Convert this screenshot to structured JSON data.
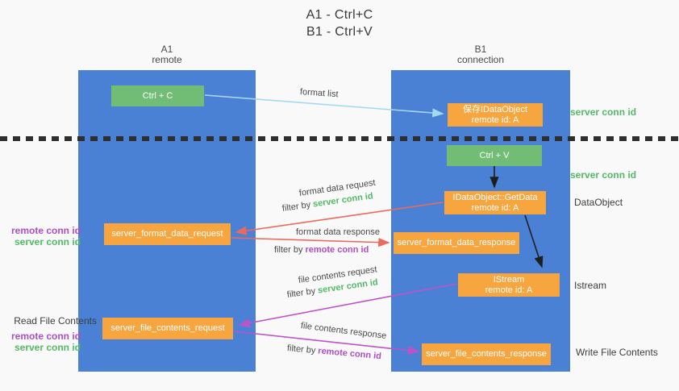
{
  "title": {
    "line1": "A1 - Ctrl+C",
    "line2": "B1 - Ctrl+V"
  },
  "lifelines": {
    "left": {
      "name": "A1",
      "role": "remote"
    },
    "right": {
      "name": "B1",
      "role": "connection"
    }
  },
  "nodes": {
    "ctrl_c": {
      "label": "Ctrl + C"
    },
    "save_idataobject": {
      "line1": "保存IDataObject",
      "line2": "remote id: A"
    },
    "ctrl_v": {
      "label": "Ctrl + V"
    },
    "getdata": {
      "line1": "IDataObject::GetData",
      "line2": "remote id: A"
    },
    "format_data_request": {
      "label": "server_format_data_request"
    },
    "format_data_response": {
      "label": "server_format_data_response"
    },
    "istream": {
      "line1": "IStream",
      "line2": "remote id: A"
    },
    "file_contents_request": {
      "label": "server_file_contents_request"
    },
    "file_contents_response": {
      "label": "server_file_contents_response"
    }
  },
  "arrow_labels": {
    "format_list": "format list",
    "format_data_request": "format data request",
    "format_data_response": "format data response",
    "file_contents_request": "file contents request",
    "file_contents_response": "file contents response",
    "filter_by": "filter by",
    "server_conn_id": "server conn id",
    "remote_conn_id": "remote conn id"
  },
  "side_labels": {
    "server_conn_id_top": "server conn id",
    "server_conn_id_mid": "server conn id",
    "dataobject": "DataObject",
    "istream": "Istream",
    "write_file_contents": "Write File Contents",
    "read_file_contents": "Read File Contents",
    "remote_conn_id_pair1": "remote conn id",
    "server_conn_id_pair1": "server conn id",
    "remote_conn_id_pair2": "remote conn id",
    "server_conn_id_pair2": "server conn id"
  },
  "colors": {
    "lifeline_blue": "#4a81d5",
    "node_orange": "#f7a53e",
    "node_green": "#72bd76",
    "conn_id_green": "#53b966",
    "conn_id_purple": "#ae4ec4",
    "arrow_red": "#ea6a5e",
    "arrow_magenta": "#bd54c6",
    "arrow_lightblue": "#a5d9f2",
    "arrow_black": "#1e1e1e",
    "background": "#f9f9f9"
  }
}
